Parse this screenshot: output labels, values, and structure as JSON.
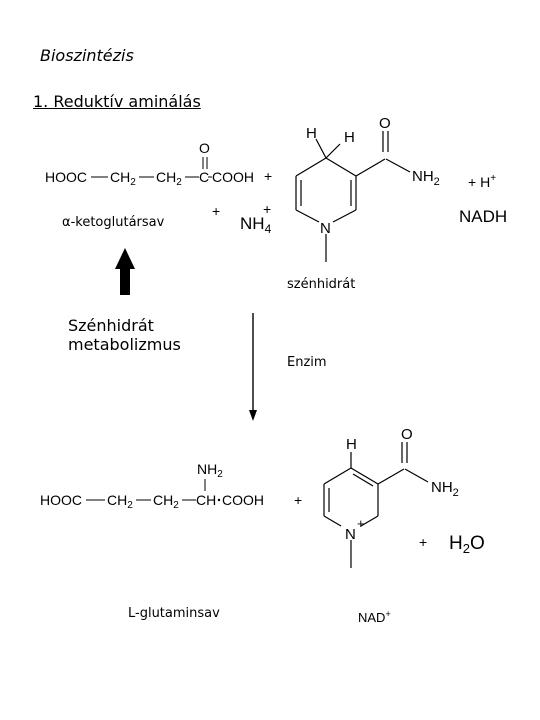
{
  "title": "Bioszintézis",
  "section": "1. Reduktív aminálás",
  "reactants": {
    "ketoglutarate_formula": {
      "hooc": "HOOC",
      "ch2_a": "CH",
      "ch2_a_sub": "2",
      "ch2_b": "CH",
      "ch2_b_sub": "2",
      "c": "C",
      "cooh": "COOH",
      "oxo": "O"
    },
    "ketoglutarate_name": "α-ketoglutársav",
    "plus_1": "+",
    "plus_2": "+",
    "ammonium": "NH",
    "ammonium_sub": "4",
    "ammonium_charge": "+",
    "proton": "+ H",
    "proton_charge": "+",
    "nadh": {
      "h1": "H",
      "h2": "H",
      "o": "O",
      "nh2": "NH",
      "nh2_sub": "2",
      "n": "N",
      "label": "NADH"
    },
    "carbohydrate_label": "szénhidrát"
  },
  "pathway": {
    "metabolism_line1": "Szénhidrát",
    "metabolism_line2": "metabolizmus",
    "enzyme": "Enzim"
  },
  "products": {
    "glutamate_formula": {
      "hooc": "HOOC",
      "ch2_a": "CH",
      "ch2_a_sub": "2",
      "ch2_b": "CH",
      "ch2_b_sub": "2",
      "ch": "CH",
      "cooh": "COOH",
      "nh2": "NH",
      "nh2_sub": "2"
    },
    "glutamate_name": "L-glutaminsav",
    "plus_1": "+",
    "plus_2": "+",
    "nad": {
      "h": "H",
      "o": "O",
      "nh2": "NH",
      "nh2_sub": "2",
      "n": "N",
      "n_charge": "+",
      "label": "NAD",
      "label_charge": "+"
    },
    "water": "H",
    "water_sub": "2",
    "water_o": "O"
  }
}
